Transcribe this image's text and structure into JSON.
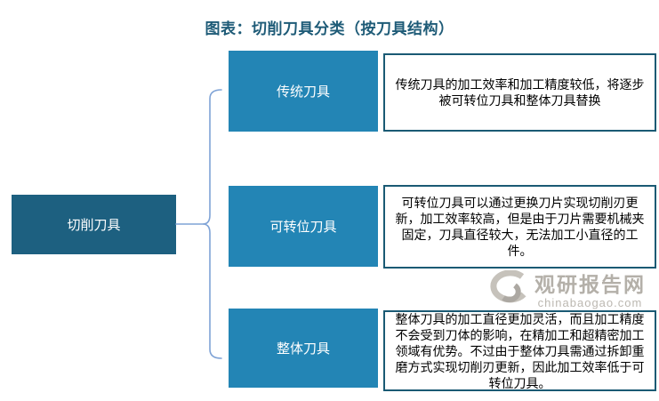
{
  "title": "图表：切削刀具分类（按刀具结构）",
  "root": {
    "label": "切削刀具"
  },
  "branches": [
    {
      "label": "传统刀具",
      "description": "传统刀具的加工效率和加工精度较低，将逐步被可转位刀具和整体刀具替换"
    },
    {
      "label": "可转位刀具",
      "description": "可转位刀具可以通过更换刀片实现切削刃更新，加工效率较高，但是由于刀片需要机械夹固定，刀具直径较大，无法加工小直径的工件。"
    },
    {
      "label": "整体刀具",
      "description": "整体刀具的加工直径更加灵活，而且加工精度不会受到刀体的影响，在精加工和超精密加工领域有优势。不过由于整体刀具需通过拆卸重磨方式实现切削刃更新，因此加工效率低于可转位刀具。"
    }
  ],
  "watermark": {
    "name": "观研报告网",
    "domain": "chinabaogao.com",
    "icon": "swirl-logo-icon"
  },
  "colors": {
    "title_text": "#1E5B77",
    "root_box": "#1D6080",
    "branch_box": "#2385B5",
    "description_border": "#1A5A74",
    "brace": "#7FA3D6",
    "watermark_gray": "#B4B0A9"
  }
}
